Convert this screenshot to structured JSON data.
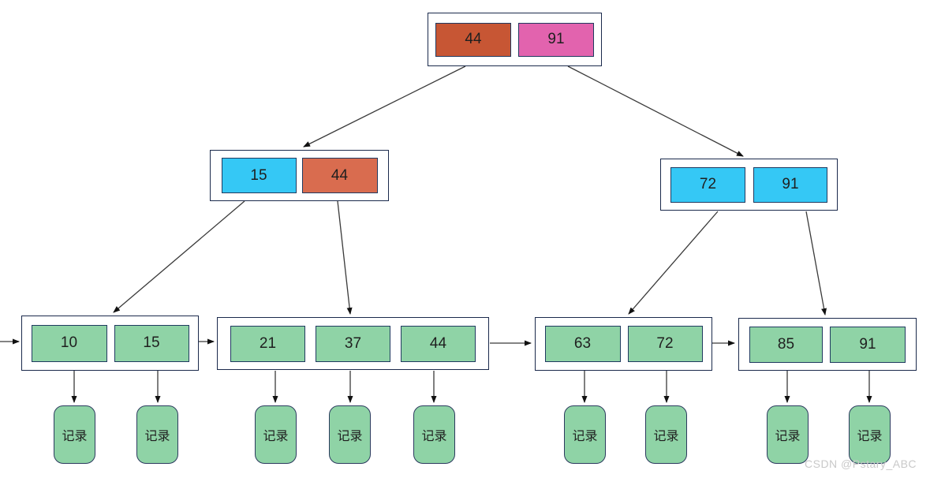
{
  "diagram_type": "b-plus-tree",
  "nodes": {
    "root": {
      "keys": [
        "44",
        "91"
      ],
      "key_colors": [
        "#c75634",
        "#e263ae"
      ]
    },
    "internal_left": {
      "keys": [
        "15",
        "44"
      ],
      "key_colors": [
        "#35c8f5",
        "#d96c4f"
      ]
    },
    "internal_right": {
      "keys": [
        "72",
        "91"
      ],
      "key_colors": [
        "#35c8f5",
        "#35c8f5"
      ]
    },
    "leaf_1": {
      "keys": [
        "10",
        "15"
      ],
      "key_colors": [
        "#8fd3a6",
        "#8fd3a6"
      ]
    },
    "leaf_2": {
      "keys": [
        "21",
        "37",
        "44"
      ],
      "key_colors": [
        "#8fd3a6",
        "#8fd3a6",
        "#8fd3a6"
      ]
    },
    "leaf_3": {
      "keys": [
        "63",
        "72"
      ],
      "key_colors": [
        "#8fd3a6",
        "#8fd3a6"
      ]
    },
    "leaf_4": {
      "keys": [
        "85",
        "91"
      ],
      "key_colors": [
        "#8fd3a6",
        "#8fd3a6"
      ]
    }
  },
  "records": {
    "label": "记录",
    "count": 9
  },
  "edges": {
    "tree": [
      [
        "root",
        "internal_left"
      ],
      [
        "root",
        "internal_right"
      ],
      [
        "internal_left",
        "leaf_1"
      ],
      [
        "internal_left",
        "leaf_2"
      ],
      [
        "internal_right",
        "leaf_3"
      ],
      [
        "internal_right",
        "leaf_4"
      ]
    ],
    "leaf_chain": [
      [
        "offscreen_left",
        "leaf_1"
      ],
      [
        "leaf_1",
        "leaf_2"
      ],
      [
        "leaf_2",
        "leaf_3"
      ],
      [
        "leaf_3",
        "leaf_4"
      ]
    ],
    "record_links": "each leaf key points down to a record box"
  },
  "watermark": {
    "text": "CSDN @Pstary_ABC"
  },
  "colors": {
    "background": "#ffffff",
    "node_border": "#1b2a4c",
    "cell_border": "#203a60",
    "key_orange_dark": "#c75634",
    "key_orange": "#d96c4f",
    "key_pink": "#e263ae",
    "key_cyan": "#35c8f5",
    "key_green": "#8fd3a6",
    "arrow": "#3a3a3a",
    "text": "#1f1f1f",
    "watermark": "#c9c9c9"
  }
}
